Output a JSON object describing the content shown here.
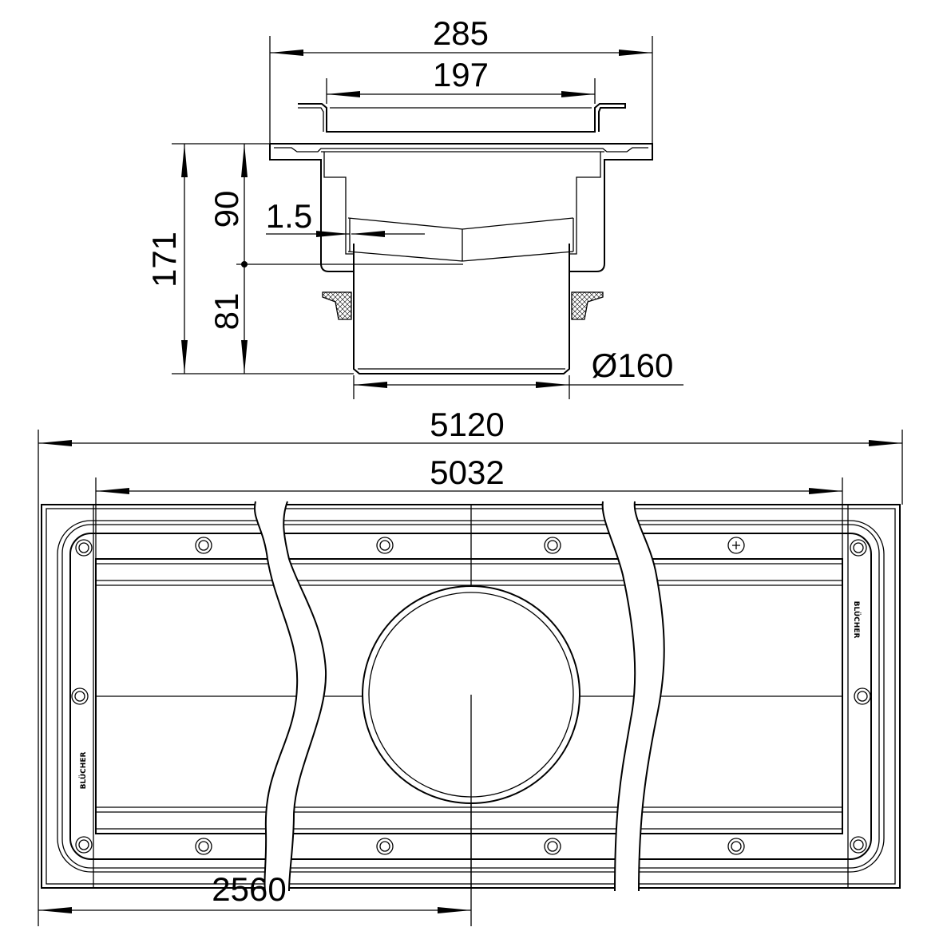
{
  "drawing": {
    "section_view": {
      "dim_overall_width": "285",
      "dim_grate_width": "197",
      "dim_total_height": "171",
      "dim_upper_height": "90",
      "dim_lower_height": "81",
      "dim_slope": "1.5",
      "dim_outlet_diameter": "Ø160"
    },
    "plan_view": {
      "dim_total_length": "5120",
      "dim_inner_length": "5032",
      "dim_outlet_position": "2560",
      "logo_text": "BLÜCHER"
    },
    "colors": {
      "line": "#000000",
      "background": "#ffffff"
    }
  }
}
